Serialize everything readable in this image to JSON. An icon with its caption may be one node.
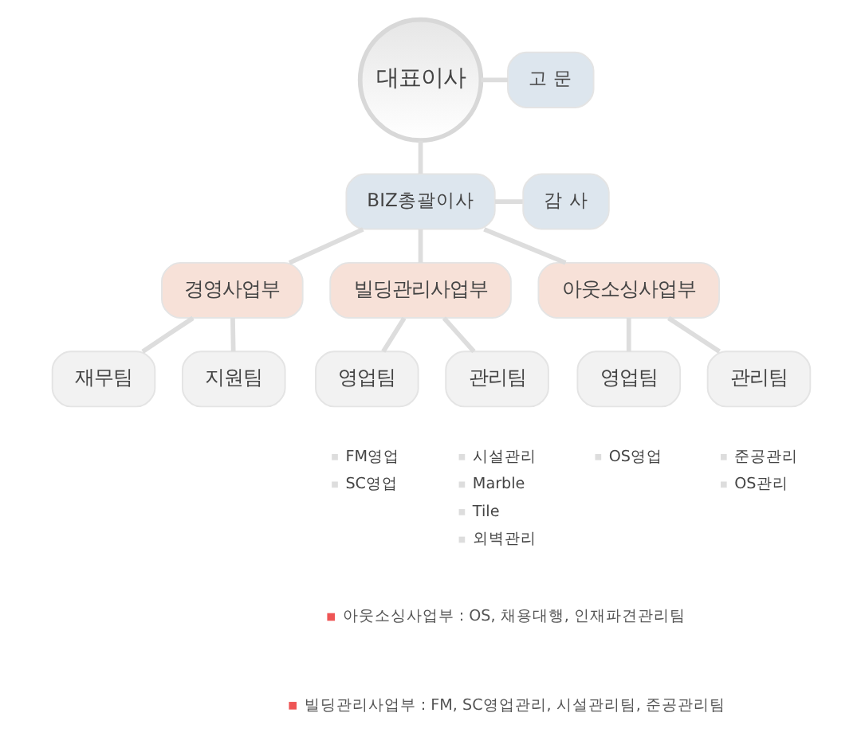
{
  "diagram": {
    "nodes": [
      {
        "text": [
          "대표이사"
        ]
      },
      {
        "text": [
          "고 문"
        ]
      },
      {
        "text": [
          "BIZ총괄이사"
        ]
      },
      {
        "text": [
          "감 사"
        ]
      },
      {
        "text": [
          "경영사업부"
        ]
      },
      {
        "text": [
          "빌딩관리사업부"
        ]
      },
      {
        "text": [
          "아웃소싱사업부"
        ]
      },
      {
        "text": [
          "재무팀"
        ]
      },
      {
        "text": [
          "지원팀"
        ]
      },
      {
        "text": [
          "영업팀"
        ],
        "beside": [
          "FM영업",
          "SC영업"
        ]
      },
      {
        "text": [
          "관리팀"
        ],
        "beside": [
          "시설관리",
          "Marble",
          "Tile",
          "외벽관리"
        ]
      },
      {
        "text": [
          "영업팀"
        ],
        "beside": [
          "OS영업"
        ]
      },
      {
        "text": [
          "관리팀"
        ],
        "beside": [
          "준공관리",
          "OS관리"
        ]
      }
    ],
    "edges": [
      {
        "from": 0,
        "to": 1,
        "arrow": "none"
      },
      {
        "from": 0,
        "to": 2,
        "arrow": "none"
      },
      {
        "from": 2,
        "to": 3,
        "arrow": "none"
      },
      {
        "from": 2,
        "to": 4,
        "arrow": "none"
      },
      {
        "from": 2,
        "to": 5,
        "arrow": "none"
      },
      {
        "from": 2,
        "to": 6,
        "arrow": "none"
      },
      {
        "from": 4,
        "to": 7,
        "arrow": "none"
      },
      {
        "from": 4,
        "to": 8,
        "arrow": "none"
      },
      {
        "from": 5,
        "to": 9,
        "arrow": "none"
      },
      {
        "from": 5,
        "to": 10,
        "arrow": "none"
      },
      {
        "from": 6,
        "to": 11,
        "arrow": "none"
      },
      {
        "from": 6,
        "to": 12,
        "arrow": "none"
      }
    ],
    "labels": [
      "아웃소싱사업부 : OS, 채용대행, 인재파견관리팀",
      "빌딩관리사업부 : FM, SC영업관리, 시설관리팀, 준공관리팀"
    ]
  }
}
